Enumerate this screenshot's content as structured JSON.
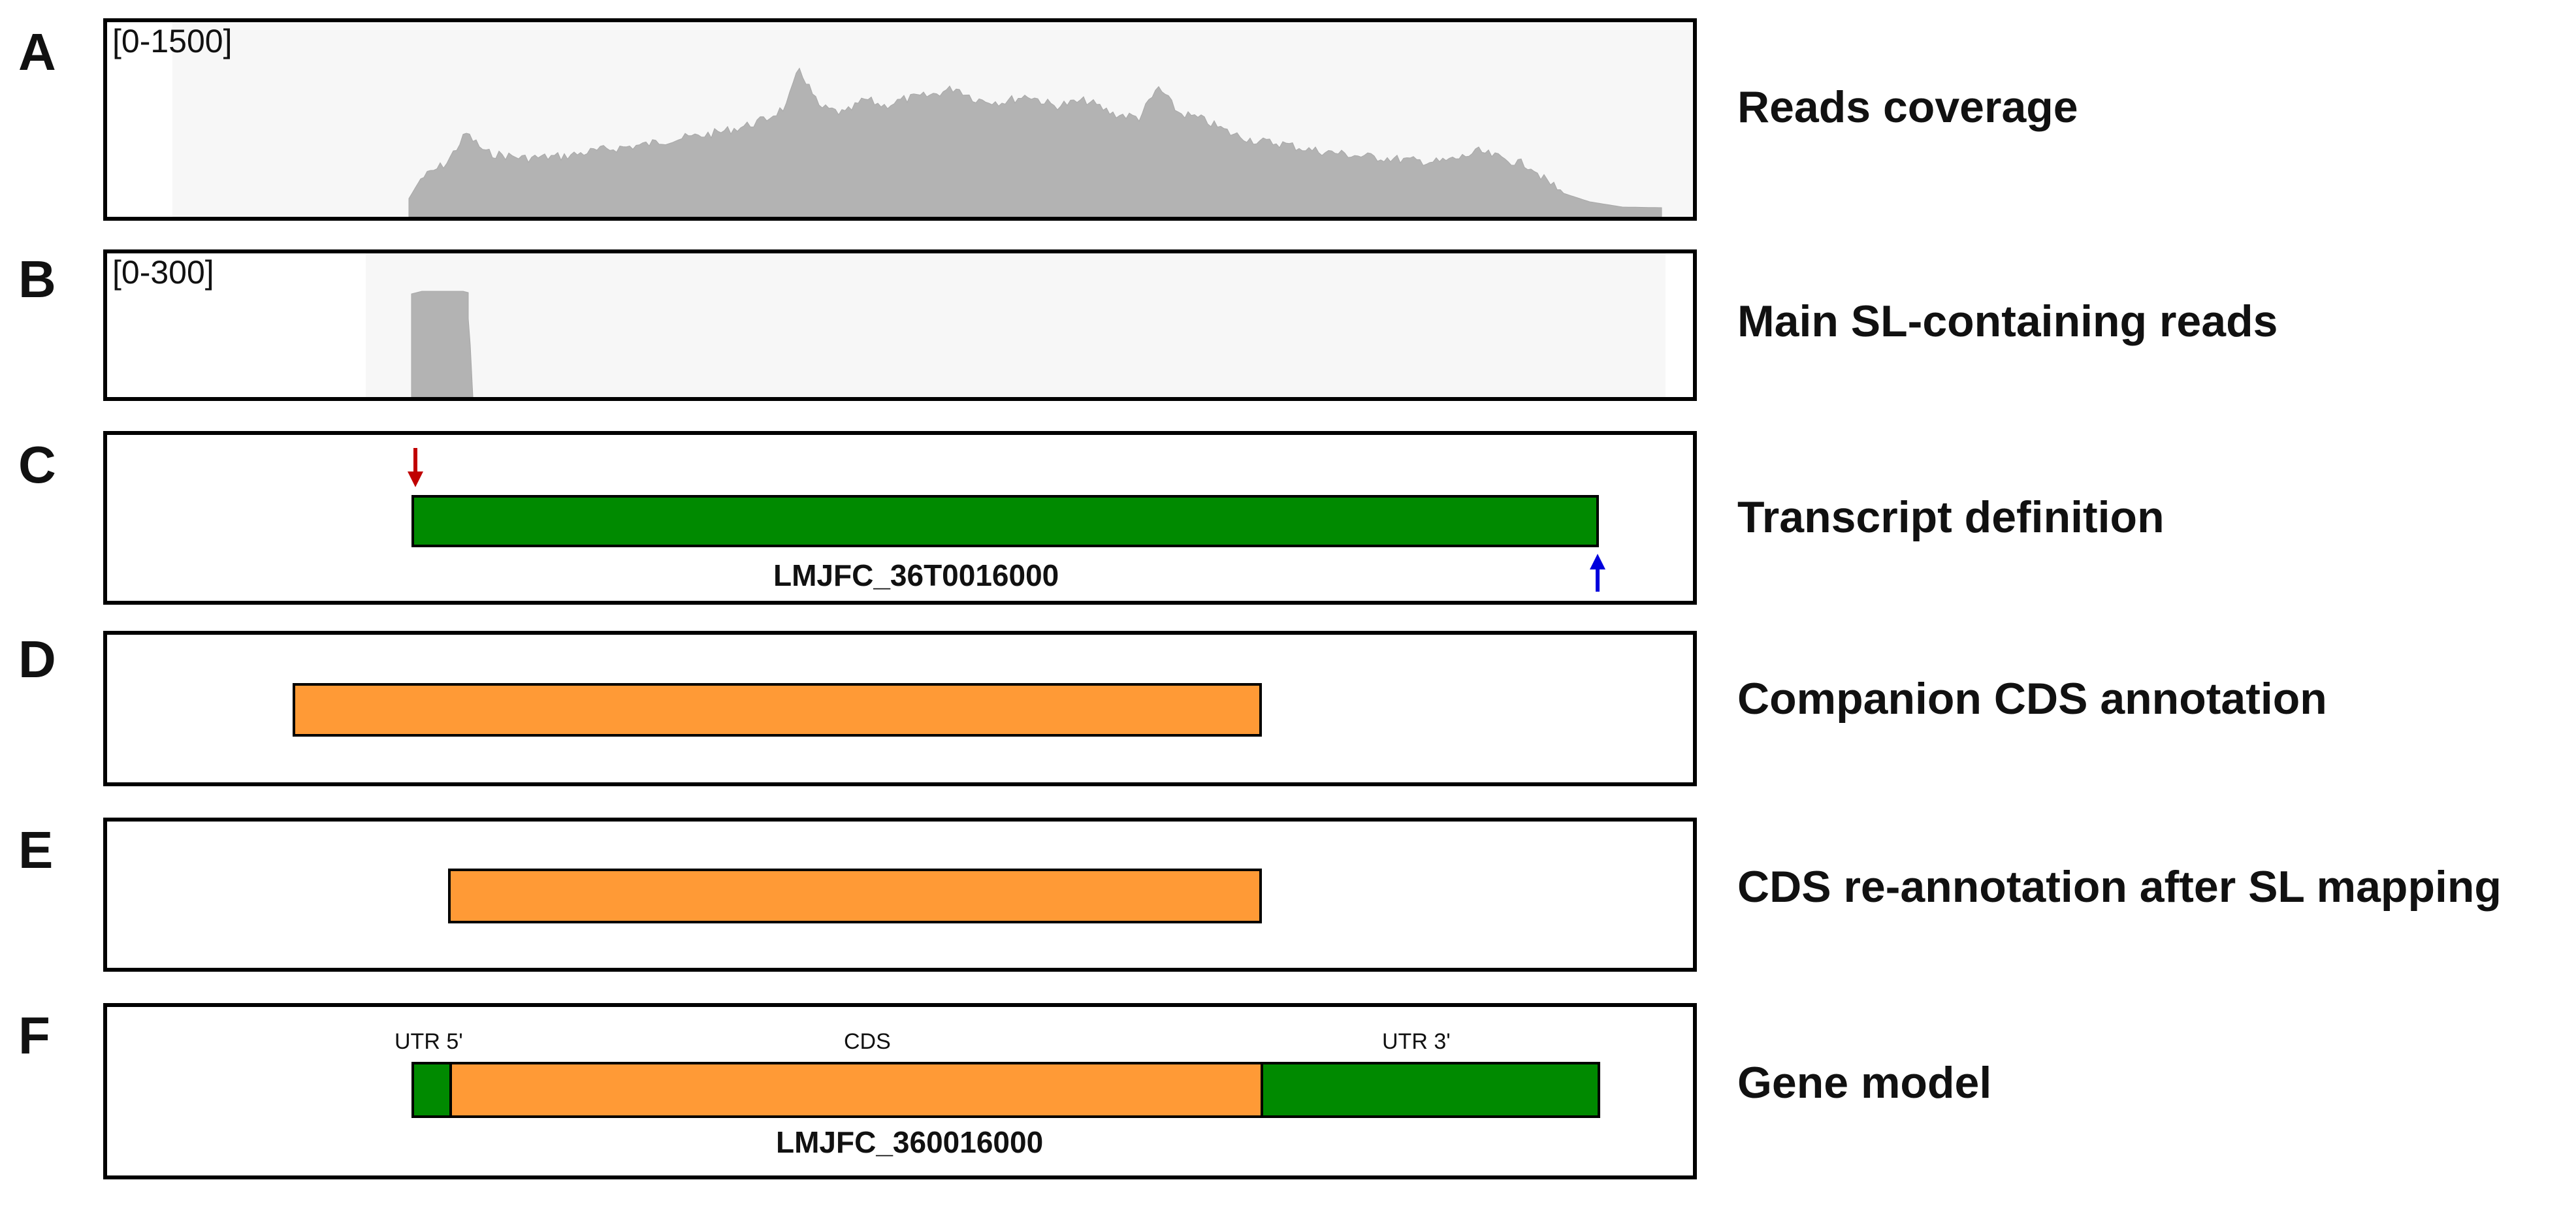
{
  "panels": [
    {
      "letter": "A",
      "label": "Reads coverage",
      "scale": "[0-1500]"
    },
    {
      "letter": "B",
      "label": "Main SL-containing reads",
      "scale": "[0-300]"
    },
    {
      "letter": "C",
      "label": "Transcript definition",
      "feature_label": "LMJFC_36T0016000"
    },
    {
      "letter": "D",
      "label": "Companion CDS annotation"
    },
    {
      "letter": "E",
      "label": "CDS re-annotation after SL mapping"
    },
    {
      "letter": "F",
      "label": "Gene model",
      "feature_label": "LMJFC_360016000",
      "segment_labels": {
        "utr5": "UTR 5'",
        "cds": "CDS",
        "utr3": "UTR 3'"
      }
    }
  ],
  "colors": {
    "coverage": "#b3b3b3",
    "coverage_background": "#f7f7f7",
    "transcript": "#008a00",
    "cds": "#ff9a36",
    "start_arrow": "#c00000",
    "end_arrow": "#0000dd"
  },
  "icons": {
    "start": "arrow-down-icon",
    "end": "arrow-up-icon"
  }
}
